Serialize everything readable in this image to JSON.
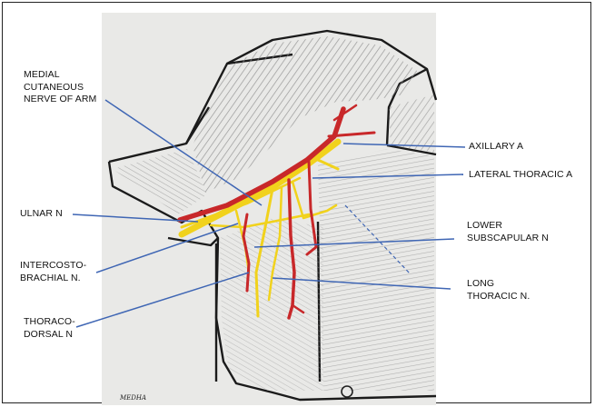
{
  "labels": {
    "medial_cutaneous": "MEDIAL\nCUTANEOUS\nNERVE OF ARM",
    "axillary_a": "AXILLARY A",
    "lateral_thoracic": "LATERAL THORACIC A",
    "ulnar_n": "ULNAR N",
    "lower_subscapular": "LOWER\nSUBSCAPULAR N",
    "intercostobrachial": "INTERCOSTO-\nBRACHIAL N.",
    "long_thoracic": "LONG\nTHORACIC N.",
    "thoracodorsal": "THORACO-\nDORSAL N"
  },
  "signature": "MEDHA",
  "colors": {
    "artery": "#c8282a",
    "nerve": "#f1d21c",
    "pointer": "#3f66b4",
    "outline": "#1b1b1b",
    "paper": "#e9e9e7",
    "hatch": "#7a7a7a"
  }
}
